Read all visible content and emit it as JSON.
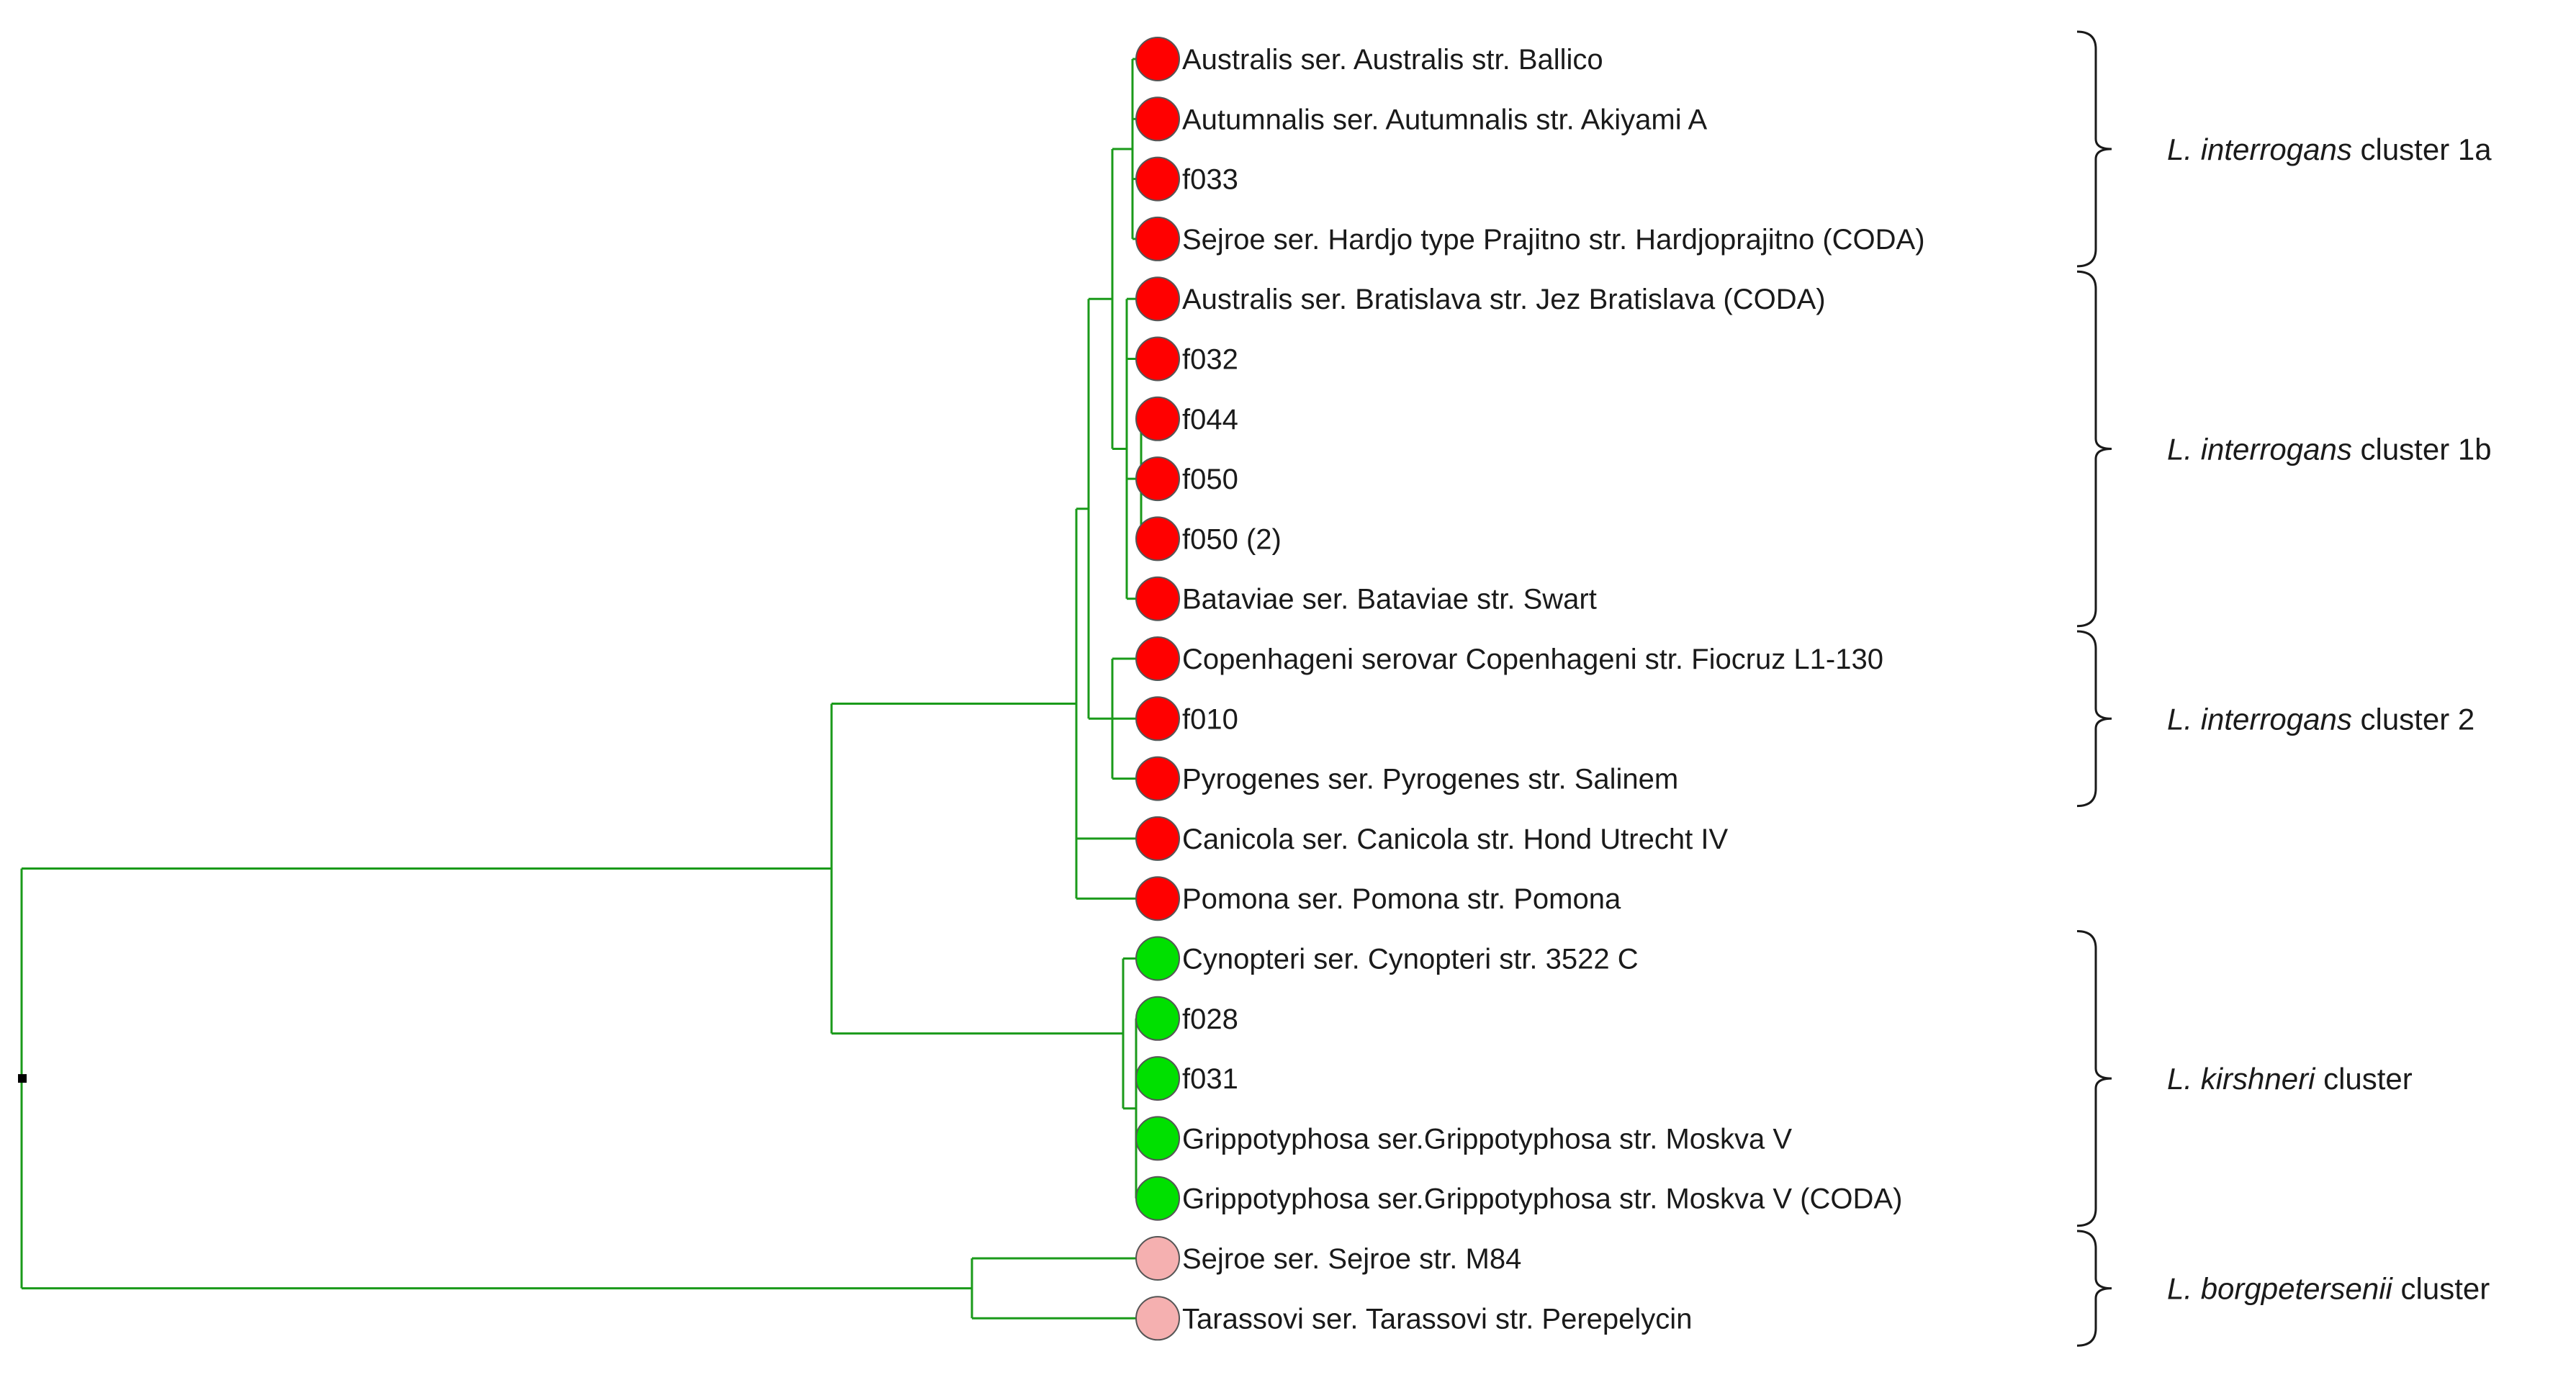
{
  "colors": {
    "branch": "#1a9a1a",
    "interrogans": "#ff0000",
    "kirshneri": "#00e000",
    "borgpetersenii": "#f5b0b0"
  },
  "leaves": [
    {
      "label": "Australis ser. Australis str. Ballico",
      "group": "interrogans"
    },
    {
      "label": "Autumnalis ser. Autumnalis str. Akiyami A",
      "group": "interrogans"
    },
    {
      "label": "f033",
      "group": "interrogans"
    },
    {
      "label": "Sejroe ser. Hardjo type Prajitno str. Hardjoprajitno (CODA)",
      "group": "interrogans"
    },
    {
      "label": "Australis ser. Bratislava str. Jez Bratislava (CODA)",
      "group": "interrogans"
    },
    {
      "label": "f032",
      "group": "interrogans"
    },
    {
      "label": "f044",
      "group": "interrogans"
    },
    {
      "label": "f050",
      "group": "interrogans"
    },
    {
      "label": "f050 (2)",
      "group": "interrogans"
    },
    {
      "label": "Bataviae ser. Bataviae str. Swart",
      "group": "interrogans"
    },
    {
      "label": "Copenhageni serovar Copenhageni str. Fiocruz L1-130",
      "group": "interrogans"
    },
    {
      "label": "f010",
      "group": "interrogans"
    },
    {
      "label": "Pyrogenes ser. Pyrogenes str. Salinem",
      "group": "interrogans"
    },
    {
      "label": "Canicola ser. Canicola str. Hond Utrecht IV",
      "group": "interrogans"
    },
    {
      "label": "Pomona ser. Pomona str. Pomona",
      "group": "interrogans"
    },
    {
      "label": "Cynopteri ser. Cynopteri str. 3522 C",
      "group": "kirshneri"
    },
    {
      "label": "f028",
      "group": "kirshneri"
    },
    {
      "label": "f031",
      "group": "kirshneri"
    },
    {
      "label": "Grippotyphosa ser.Grippotyphosa str. Moskva V",
      "group": "kirshneri"
    },
    {
      "label": "Grippotyphosa ser.Grippotyphosa str. Moskva V (CODA)",
      "group": "kirshneri"
    },
    {
      "label": "Sejroe ser. Sejroe str. M84",
      "group": "borgpetersenii"
    },
    {
      "label": "Tarassovi ser. Tarassovi str. Perepelycin",
      "group": "borgpetersenii"
    }
  ],
  "clusters": [
    {
      "species": "L. interrogans",
      "suffix": " cluster 1a",
      "first": 0,
      "last": 3
    },
    {
      "species": "L. interrogans",
      "suffix": " cluster 1b",
      "first": 4,
      "last": 9
    },
    {
      "species": "L. interrogans",
      "suffix": " cluster 2",
      "first": 10,
      "last": 12
    },
    {
      "species": "L. kirshneri",
      "suffix": " cluster",
      "first": 15,
      "last": 19
    },
    {
      "species": "L. borgpetersenii",
      "suffix": " cluster",
      "first": 20,
      "last": 21
    }
  ]
}
